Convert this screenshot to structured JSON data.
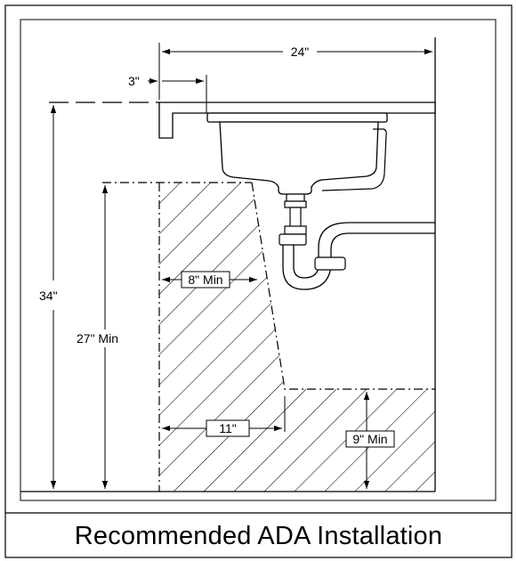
{
  "dimensions": {
    "sink_width": "24\"",
    "counter_offset": "3\"",
    "counter_height": "34\"",
    "knee_height": "27\" Min",
    "knee_depth": "8\" Min",
    "toe_depth": "11\"",
    "toe_height": "9\" Min"
  },
  "caption": "Recommended ADA Installation"
}
